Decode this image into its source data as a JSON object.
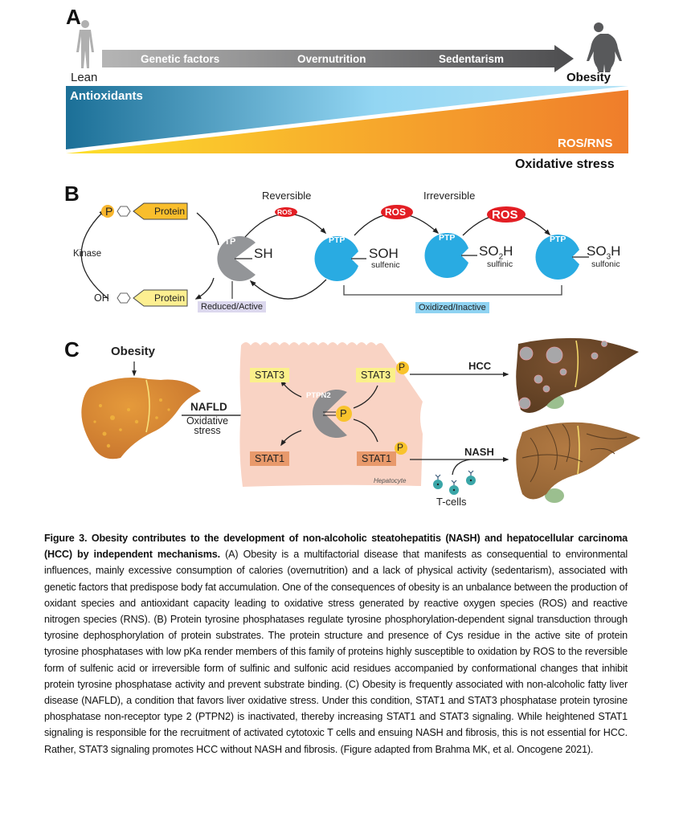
{
  "panelA": {
    "letter": "A",
    "start_label": "Lean",
    "end_label": "Obesity",
    "factors": [
      "Genetic factors",
      "Overnutrition",
      "Sedentarism"
    ],
    "antioxidants_label": "Antioxidants",
    "ros_label": "ROS/RNS",
    "outcome_label": "Oxidative stress",
    "colors": {
      "antioxidant_dark": "#1b6f97",
      "antioxidant_light": "#93d6f3",
      "ros_light": "#fde02c",
      "ros_dark": "#ef7d2b",
      "arrow_light": "#b3b3b3",
      "arrow_dark": "#4d4d4f"
    }
  },
  "panelB": {
    "letter": "B",
    "phospho_protein": {
      "p_label": "P",
      "protein_label": "Protein"
    },
    "dephospho_protein": {
      "oh_label": "OH",
      "protein_label": "Protein"
    },
    "kinase_label": "Kinase",
    "reversible_label": "Reversible",
    "irreversible_label": "Irreversible",
    "ros_label": "ROS",
    "ptp_label": "PTP",
    "states": [
      {
        "group": "SH",
        "sub": "",
        "name": ""
      },
      {
        "group": "SOH",
        "sub": "",
        "name": "sulfenic"
      },
      {
        "group": "SO",
        "sub": "2",
        "suffix": "H",
        "name": "sulfinic"
      },
      {
        "group": "SO",
        "sub": "3",
        "suffix": "H",
        "name": "sulfonic"
      }
    ],
    "reduced_label": "Reduced/Active",
    "oxidized_label": "Oxidized/Inactive",
    "colors": {
      "ptp_active": "#939598",
      "ptp_oxidized": "#29abe2",
      "ros": "#e31e24",
      "p_circle": "#f7b52c",
      "protein_phospho": "#f9be2c",
      "protein_dephospho": "#fdef91",
      "reduced_box": "#dcd8ee",
      "oxidized_box": "#8fd3f2"
    }
  },
  "panelC": {
    "letter": "C",
    "obesity_label": "Obesity",
    "nafld_label": "NAFLD",
    "oxidative_label": "Oxidative\nstress",
    "ptpn2_label": "PTPN2",
    "p_label": "P",
    "stat3_label": "STAT3",
    "stat1_label": "STAT1",
    "hepatocyte_label": "Hepatocyte",
    "hcc_label": "HCC",
    "nash_label": "NASH",
    "tcells_label": "T-cells",
    "colors": {
      "cell": "#f9d3c4",
      "stat3": "#fbf08a",
      "stat1": "#e8996b",
      "ptpn2": "#8c8c8e",
      "tcell": "#3aa6a8"
    }
  },
  "caption": {
    "title": "Figure 3. Obesity contributes to the development of non-alcoholic steatohepatitis (NASH) and hepatocellular carcinoma (HCC) by independent mechanisms.",
    "body": " (A) Obesity is a multifactorial disease that manifests as consequential to environmental influences, mainly excessive consumption of calories (overnutrition) and a lack of physical activity (sedentarism), associated with genetic factors that predispose body fat accumulation. One of the consequences of obesity is an unbalance between the production of oxidant species and antioxidant capacity leading to oxidative stress generated by reactive oxygen species (ROS) and reactive nitrogen species (RNS). (B) Protein tyrosine phosphatases regulate tyrosine phosphorylation-dependent signal transduction through tyrosine dephosphorylation of protein substrates. The protein structure and presence of Cys residue in the active site of protein tyrosine phosphatases with low pKa render members of this family of proteins highly susceptible to oxidation by ROS to the reversible form of sulfenic acid or irreversible form of sulfinic and sulfonic acid residues accompanied by conformational changes that inhibit protein tyrosine phosphatase activity and prevent substrate binding. (C) Obesity is frequently associated with non-alcoholic fatty liver disease (NAFLD), a condition that favors liver oxidative stress. Under this condition, STAT1 and STAT3 phosphatase protein tyrosine phosphatase non-receptor type 2 (PTPN2) is inactivated, thereby increasing STAT1 and STAT3 signaling. While heightened STAT1 signaling is responsible for the recruitment of activated cytotoxic T cells and ensuing NASH and fibrosis, this is not essential for HCC. Rather, STAT3 signaling promotes HCC without NASH and fibrosis. (Figure adapted from Brahma MK, et al. Oncogene 2021)."
  }
}
